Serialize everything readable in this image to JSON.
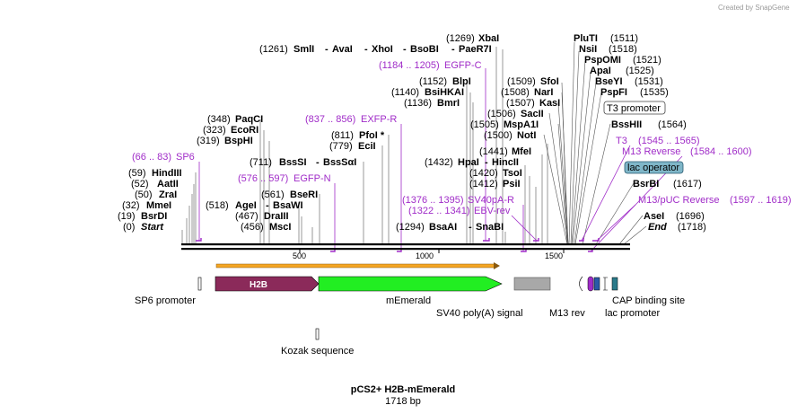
{
  "credit": "Created by SnapGene",
  "title": "pCS2+ H2B-mEmerald",
  "length_label": "1718 bp",
  "ticks": [
    "500",
    "1000",
    "1500"
  ],
  "sites_top": [
    {
      "pos": "(1261)",
      "names": [
        "SmlI",
        "AvaI",
        "XhoI",
        "BsoBI",
        "PaeR7I"
      ]
    },
    {
      "pos": "(1269)",
      "names": [
        "XbaI"
      ]
    }
  ],
  "sites_left": [
    {
      "pos": "(348)",
      "name": "PaqCI"
    },
    {
      "pos": "(323)",
      "name": "EcoRI"
    },
    {
      "pos": "(319)",
      "name": "BspHI"
    },
    {
      "pos": "(59)",
      "name": "HindIII"
    },
    {
      "pos": "(52)",
      "name": "AatII"
    },
    {
      "pos": "(50)",
      "name": "ZraI"
    },
    {
      "pos": "(32)",
      "name": "MmeI"
    },
    {
      "pos": "(19)",
      "name": "BsrDI"
    },
    {
      "pos": "(0)",
      "name": "Start"
    }
  ],
  "sites_mid": [
    {
      "pos": "(711)",
      "names": [
        "BssSI",
        "BssSαI"
      ]
    },
    {
      "pos": "(561)",
      "name": "BseRI"
    },
    {
      "pos": "(518)",
      "names": [
        "AgeI",
        "BsaWI"
      ]
    },
    {
      "pos": "(467)",
      "name": "DraIII"
    },
    {
      "pos": "(456)",
      "name": "MscI"
    },
    {
      "pos": "(811)",
      "name": "PfoI *"
    },
    {
      "pos": "(779)",
      "name": "EciI"
    }
  ],
  "sites_center": [
    {
      "pos": "(1152)",
      "name": "BlpI"
    },
    {
      "pos": "(1140)",
      "name": "BsiHKAI"
    },
    {
      "pos": "(1136)",
      "name": "BmrI"
    },
    {
      "pos": "(1432)",
      "names": [
        "HpaI",
        "HincII"
      ]
    },
    {
      "pos": "(1441)",
      "name": "MfeI"
    },
    {
      "pos": "(1420)",
      "name": "TsoI"
    },
    {
      "pos": "(1412)",
      "name": "PsiI"
    },
    {
      "pos": "(1294)",
      "names": [
        "BsaAI",
        "SnaBI"
      ]
    },
    {
      "pos": "(1509)",
      "name": "SfoI"
    },
    {
      "pos": "(1508)",
      "name": "NarI"
    },
    {
      "pos": "(1507)",
      "name": "KasI"
    },
    {
      "pos": "(1506)",
      "name": "SacII"
    },
    {
      "pos": "(1505)",
      "name": "MspA1I"
    },
    {
      "pos": "(1500)",
      "name": "NotI"
    }
  ],
  "sites_right": [
    {
      "name": "PluTI",
      "pos": "(1511)"
    },
    {
      "name": "NsiI",
      "pos": "(1518)"
    },
    {
      "name": "PspOMI",
      "pos": "(1521)"
    },
    {
      "name": "ApaI",
      "pos": "(1525)"
    },
    {
      "name": "BseYI",
      "pos": "(1531)"
    },
    {
      "name": "PspFI",
      "pos": "(1535)"
    },
    {
      "name": "BssHII",
      "pos": "(1564)"
    },
    {
      "name": "BsrBI",
      "pos": "(1617)"
    },
    {
      "name": "AseI",
      "pos": "(1696)"
    },
    {
      "name": "End",
      "pos": "(1718)"
    }
  ],
  "primers": [
    {
      "range": "(66 .. 83)",
      "name": "SP6"
    },
    {
      "range": "(576 .. 597)",
      "name": "EGFP-N"
    },
    {
      "range": "(837 .. 856)",
      "name": "EXFP-R"
    },
    {
      "range": "(1184 .. 1205)",
      "name": "EGFP-C"
    },
    {
      "range": "(1376 .. 1395)",
      "name": "SV40pA-R"
    },
    {
      "range": "(1322 .. 1341)",
      "name": "EBV-rev"
    },
    {
      "name": "T3",
      "range": "(1545 .. 1565)"
    },
    {
      "name": "M13 Reverse",
      "range": "(1584 .. 1600)"
    },
    {
      "name": "M13/pUC Reverse",
      "range": "(1597 .. 1619)"
    }
  ],
  "boxed_features": {
    "t3_promoter": "T3 promoter",
    "lac_operator": "lac operator"
  },
  "features": {
    "sp6_promoter": "SP6 promoter",
    "h2b": "H2B",
    "memerald": "mEmerald",
    "sv40_polya": "SV40 poly(A) signal",
    "m13_rev": "M13 rev",
    "cap_site": "CAP binding site",
    "lac_promoter": "lac promoter",
    "kozak": "Kozak sequence"
  },
  "colors": {
    "h2b": "#8b2a5a",
    "memerald": "#22ee22",
    "sv40": "#a8a8a8",
    "primer": "#a02cc8",
    "orf": "#f5a623",
    "lac_operator": "#7fb6c8",
    "cap": "#2a7a8a"
  }
}
